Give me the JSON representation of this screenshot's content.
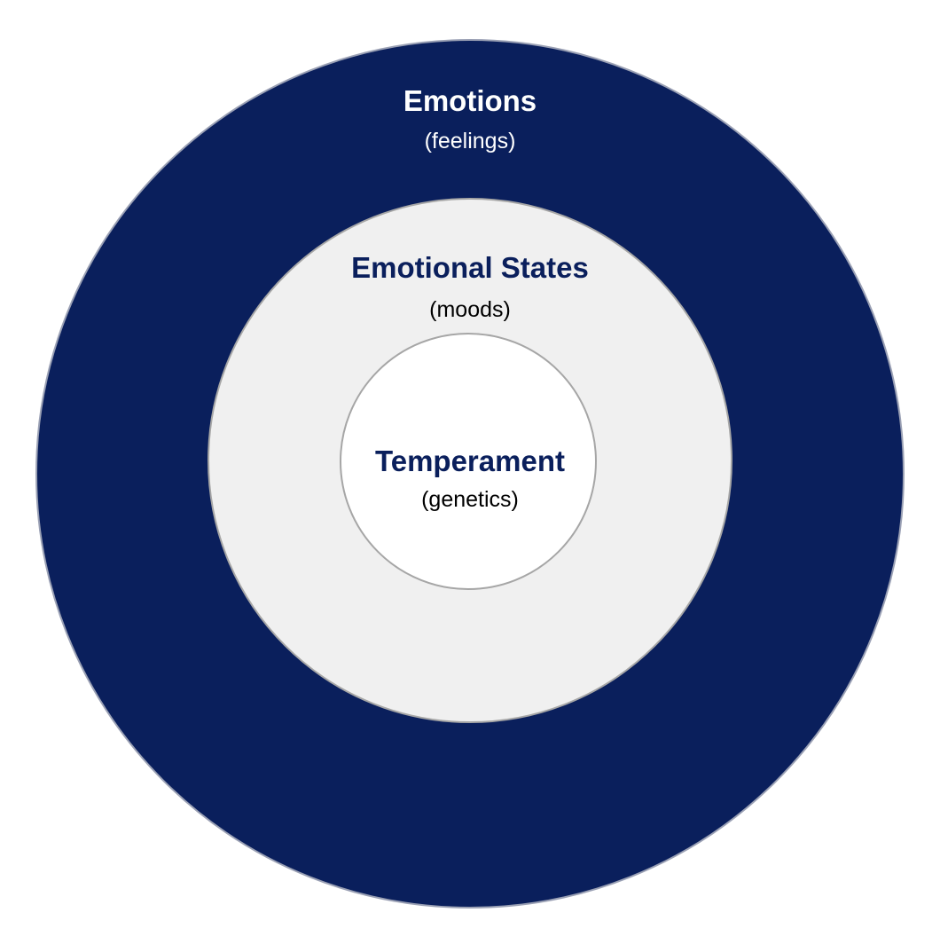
{
  "colors": {
    "outer_fill": "#0a1f5c",
    "middle_fill": "#f0f0f0",
    "inner_fill": "#ffffff",
    "outer_text": "#ffffff",
    "title_dark": "#0a1f5c",
    "sub_dark": "#000000"
  },
  "rings": {
    "outer": {
      "title": "Emotions",
      "subtitle": "(feelings)"
    },
    "middle": {
      "title": "Emotional States",
      "subtitle": "(moods)"
    },
    "inner": {
      "title": "Temperament",
      "subtitle": "(genetics)"
    }
  }
}
